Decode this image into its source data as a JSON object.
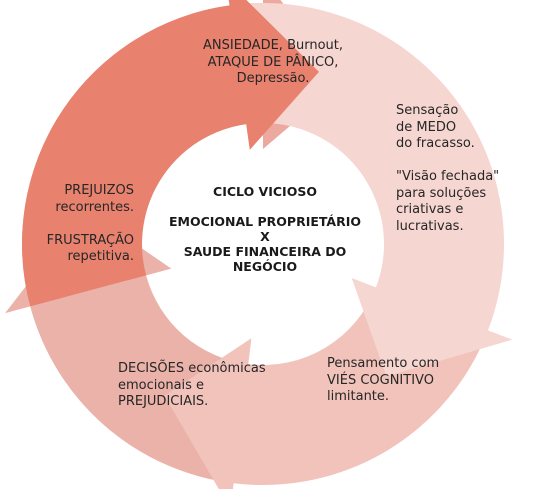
{
  "center": {
    "title": "CICLO VICIOSO",
    "line1": "EMOCIONAL PROPRIETÁRIO",
    "line2": "X",
    "line3": "SAUDE FINANCEIRA DO NEGÓCIO"
  },
  "segments": [
    {
      "id": "top",
      "text": "ANSIEDADE, Burnout,\nATAQUE DE PÂNICO,\nDepressão.",
      "color": "#e8826e"
    },
    {
      "id": "right",
      "text": "Sensação\nde MEDO\ndo fracasso.\n\n\"Visão fechada\"\npara soluções\ncriativas e\nlucrativas.",
      "color": "#f6d6d1"
    },
    {
      "id": "bottom-right",
      "text": "Pensamento com\nVIÉS COGNITIVO\nlimitante.",
      "color": "#f1c3bb"
    },
    {
      "id": "bottom-left",
      "text": "DECISÕES econômicas\nemocionais e\nPREJUDICIAIS.",
      "color": "#eab2a8"
    },
    {
      "id": "left",
      "text": "PREJUIZOS\nrecorrentes.\n\nFRUSTRAÇÃO\nrepetitiva.",
      "color": "#eca99f"
    }
  ]
}
